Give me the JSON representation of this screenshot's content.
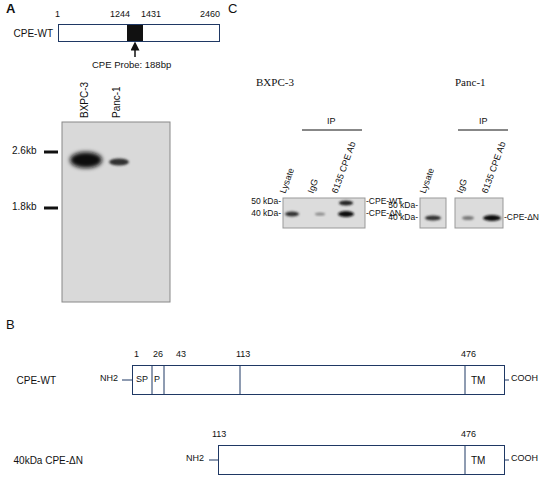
{
  "diagram": {
    "nodes": [
      {
        "text": [
          "CPE-WT"
        ]
      },
      {
        "text": [
          "CPE-WT",
          "SP",
          "P",
          "TM"
        ]
      },
      {
        "text": [
          "40kDa CPE-ΔN",
          "TM"
        ]
      }
    ],
    "labels": [
      "A",
      "1",
      "1244",
      "1431",
      "2460",
      "CPE Probe: 188bp",
      "BXPC-3",
      "Panc-1",
      "2.6kb",
      "1.8kb",
      "B",
      "1",
      "26",
      "43",
      "113",
      "476",
      "NH2",
      "COOH",
      "113",
      "476",
      "NH2",
      "COOH",
      "C",
      "BXPC-3",
      "Lysate",
      "IP",
      "IgG",
      "6135 CPE Ab",
      "50 kDa-",
      "40 kDa-",
      "-CPE-WT",
      "-CPE-ΔN",
      "Panc-1",
      "Lysate",
      "IP",
      "IgG",
      "6135 CPE Ab",
      "50 kDa-",
      "40 kDa-",
      "-CPE-ΔN"
    ]
  }
}
